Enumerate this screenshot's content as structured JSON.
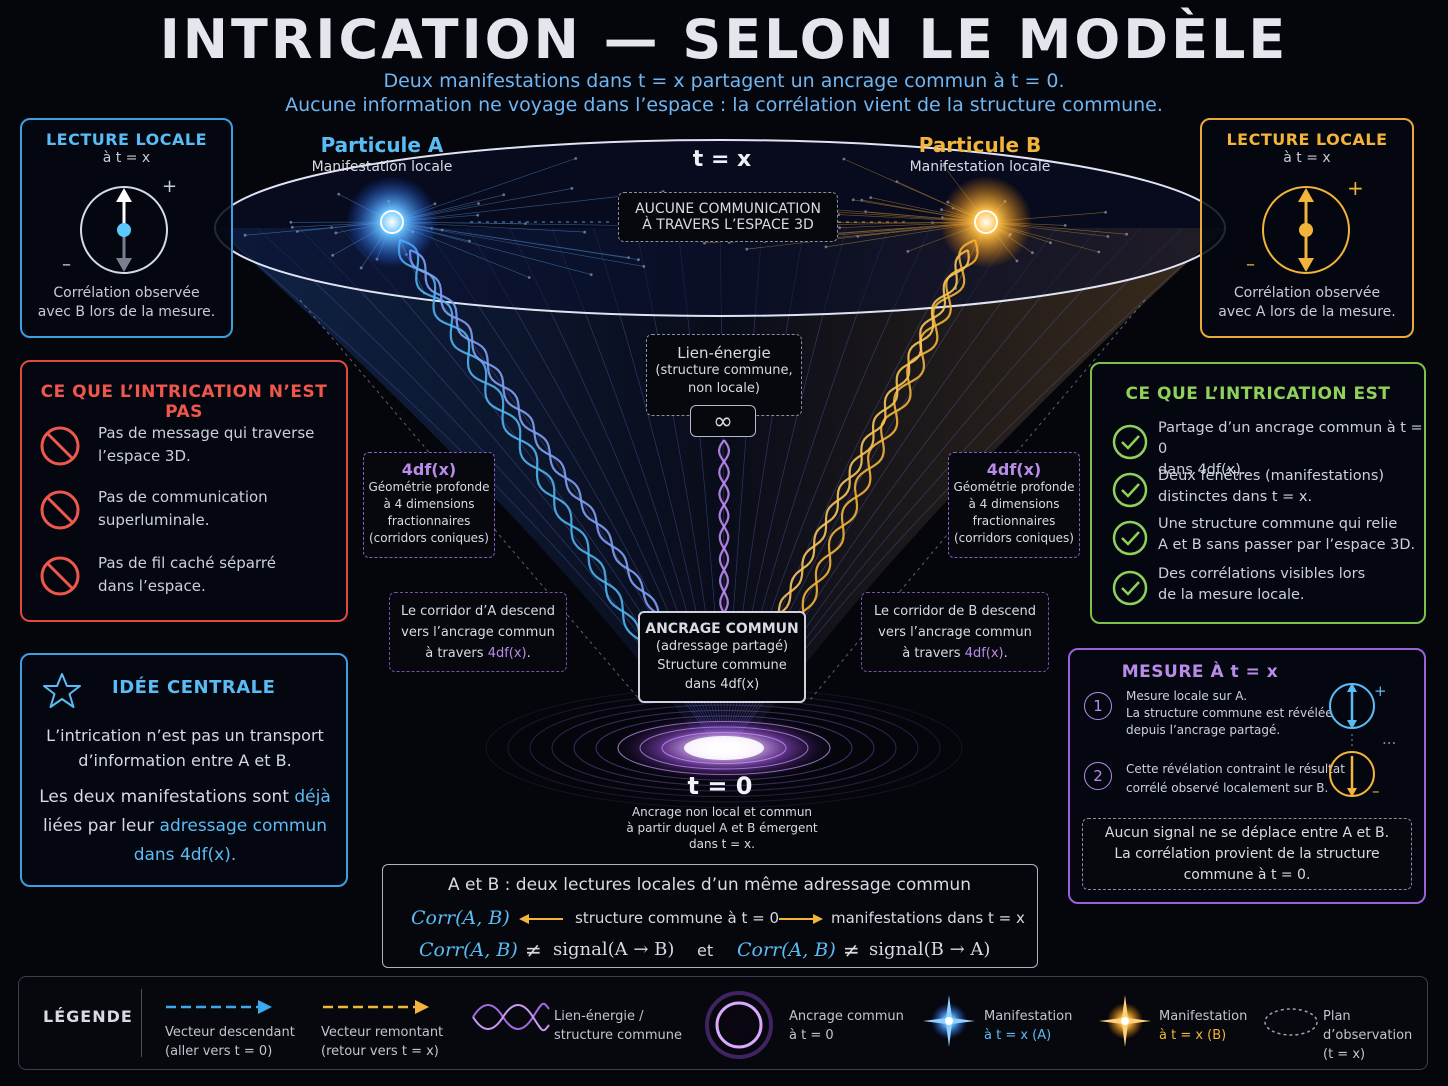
{
  "header": {
    "title": "INTRICATION — SELON LE MODÈLE",
    "subtitle1": "Deux manifestations dans t = x partagent un ancrage commun à t = 0.",
    "subtitle2": "Aucune information ne voyage dans l’espace : la corrélation vient de la structure commune."
  },
  "particle_a": {
    "name": "Particule A",
    "caption": "Manifestation locale"
  },
  "particle_b": {
    "name": "Particule B",
    "caption": "Manifestation locale"
  },
  "plane_label": "t = x",
  "no_comm": {
    "line1": "AUCUNE COMMUNICATION",
    "line2": "À TRAVERS L’ESPACE 3D"
  },
  "link_box": {
    "line1": "Lien-énergie",
    "line2": "(structure commune,",
    "line3": "non locale)",
    "symbol": "∞"
  },
  "geom_left": {
    "title": "4df(x)",
    "line1": "Géométrie profonde",
    "line2": "à 4 dimensions",
    "line3": "fractionnaires",
    "line4": "(corridors coniques)"
  },
  "geom_right": {
    "title": "4df(x)",
    "line1": "Géométrie profonde",
    "line2": "à 4 dimensions",
    "line3": "fractionnaires",
    "line4": "(corridors coniques)"
  },
  "corridor_a": {
    "line1": "Le corridor d’A descend",
    "line2": "vers l’ancrage commun",
    "line3_pre": "à travers ",
    "line3_hl": "4df(x)",
    "line3_post": "."
  },
  "corridor_b": {
    "line1": "Le corridor de B descend",
    "line2": "vers l’ancrage commun",
    "line3_pre": "à travers ",
    "line3_hl": "4df(x)",
    "line3_post": "."
  },
  "anchor_box": {
    "title": "ANCRAGE COMMUN",
    "line1": "(adressage partagé)",
    "line2": "Structure commune",
    "line3": "dans 4df(x)"
  },
  "t0": {
    "label": "t = 0",
    "line1": "Ancrage non local et commun",
    "line2": "à partir duquel A et B émergent",
    "line3": "dans t = x."
  },
  "local_a": {
    "title": "LECTURE LOCALE",
    "sub": "à t = x",
    "plus": "+",
    "minus": "–",
    "line1": "Corrélation observée",
    "line2": "avec B lors de la mesure.",
    "color": "#4fb3ee"
  },
  "local_b": {
    "title": "LECTURE LOCALE",
    "sub": "à t = x",
    "plus": "+",
    "minus": "–",
    "line1": "Corrélation observée",
    "line2": "avec A lors de la mesure.",
    "color": "#f2b43a"
  },
  "is_not": {
    "title": "CE QUE L’INTRICATION N’EST PAS",
    "color": "#f0574c",
    "items": [
      {
        "l1": "Pas de message qui traverse",
        "l2": "l’espace 3D."
      },
      {
        "l1": "Pas de communication",
        "l2": "superluminale."
      },
      {
        "l1": "Pas de fil caché séparré",
        "l2": "dans l’espace."
      }
    ]
  },
  "is": {
    "title": "CE QUE L’INTRICATION EST",
    "color": "#8fd15a",
    "items": [
      {
        "l1": "Partage d’un ancrage commun à t = 0",
        "l2": "dans 4df(x)."
      },
      {
        "l1": "Deux fenêtres (manifestations)",
        "l2": "distinctes dans t = x."
      },
      {
        "l1": "Une structure commune qui relie",
        "l2": "A et B sans passer par l’espace 3D."
      },
      {
        "l1": "Des corrélations visibles lors",
        "l2": "de la mesure locale."
      }
    ]
  },
  "idea": {
    "title": "IDÉE CENTRALE",
    "l1": "L’intrication n’est pas un transport",
    "l2": "d’information entre A et B.",
    "l3a": "Les deux manifestations sont ",
    "l3b": "déjà",
    "l4a": "liées par leur ",
    "l4b": "adressage commun",
    "l5": "dans 4df(x)."
  },
  "measure": {
    "title": "MESURE À t = x",
    "step1": {
      "num": "1",
      "l1": "Mesure locale sur A.",
      "l2": "La structure commune est révélée",
      "l3": "depuis l’ancrage partagé."
    },
    "step2": {
      "num": "2",
      "l1": "Cette révélation contraint le résultat",
      "l2": "corrélé observé localement sur B."
    },
    "plus": "+",
    "minus": "–",
    "dots": "...",
    "note1": "Aucun signal ne se déplace entre A et B.",
    "note2": "La corrélation provient de la structure",
    "note3": "commune à t = 0."
  },
  "formula": {
    "line1": "A et B :  deux lectures locales d’un même adressage commun",
    "corr": "Corr(A, B)",
    "struct": "structure commune à t = 0",
    "manif": "manifestations dans t = x",
    "neq": "≠",
    "sig_ab": "signal(A → B)",
    "et": "et",
    "sig_ba": "signal(B → A)"
  },
  "legend": {
    "title": "LÉGENDE",
    "items": [
      {
        "l1": "Vecteur descendant",
        "l2": "(aller vers t = 0)"
      },
      {
        "l1": "Vecteur remontant",
        "l2": "(retour vers t = x)"
      },
      {
        "l1": "Lien-énergie /",
        "l2": "structure commune"
      },
      {
        "l1": "Ancrage commun",
        "l2": "à t = 0"
      },
      {
        "l1": "Manifestation",
        "l2": "à t = x (A)"
      },
      {
        "l1": "Manifestation",
        "l2": "à t = x (B)"
      },
      {
        "l1": "Plan d’observation",
        "l2": "(t = x)"
      }
    ]
  },
  "colors": {
    "cyan": "#4fb3ee",
    "gold": "#f2b43a",
    "purple": "#b07de6",
    "red": "#f0574c",
    "green": "#8fd15a"
  },
  "icons": [
    "spin-up-icon",
    "prohibited-icon",
    "check-circle-icon",
    "star-icon",
    "infinity-icon",
    "arrow-right-icon",
    "helix-icon",
    "ring-icon",
    "sparkle-icon"
  ]
}
